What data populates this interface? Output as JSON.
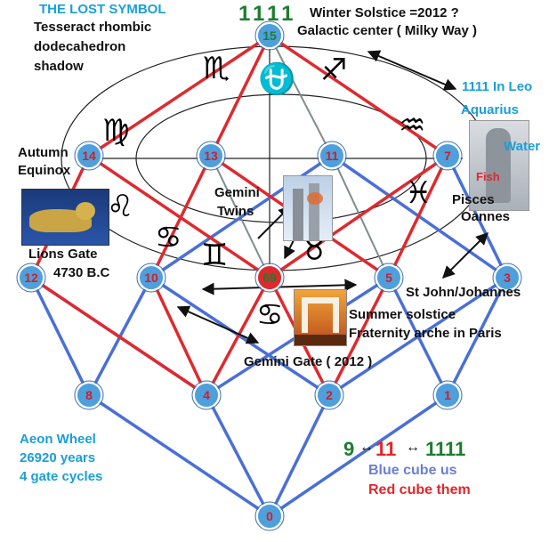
{
  "header": {
    "title": "THE LOST SYMBOL",
    "subtitle_lines": [
      "Tesseract rhombic",
      "dodecahedron",
      "shadow"
    ]
  },
  "top": {
    "count": "1111",
    "solstice": "Winter Solstice =2012 ?",
    "galactic": "Galactic center ( Milky Way )"
  },
  "right": {
    "leo": "1111 In Leo",
    "aquarius": "Aquarius",
    "water": "Water",
    "fish": "Fish",
    "pisces": "Pisces",
    "oannes": "Oannes",
    "st_john": "St John/Johannes"
  },
  "left": {
    "autumn": "Autumn",
    "equinox": "Equinox",
    "lions_gate": "Lions Gate",
    "lions_date": "4730 B.C"
  },
  "center": {
    "gemini_twins_1": "Gemini",
    "gemini_twins_2": "Twins",
    "summer_1": "Summer solstice",
    "summer_2": "Fraternity arche in Paris",
    "gemini_gate": "Gemini Gate ( 2012 )"
  },
  "bottom_left": {
    "line1": "Aeon Wheel",
    "line2": "26920 years",
    "line3": "4 gate cycles"
  },
  "legend": {
    "seq_a": "9",
    "seq_b": "11",
    "seq_c": "1111",
    "blue": "Blue cube us",
    "red": "Red cube them"
  },
  "nodes": [
    "15",
    "14",
    "13",
    "11",
    "7",
    "69",
    "12",
    "10",
    "5",
    "3",
    "8",
    "4",
    "2",
    "1",
    "0"
  ],
  "colors": {
    "red_cube": "#de2a2f",
    "blue_cube": "#4a6fd6",
    "node_fill": "#4f9fdc",
    "accent_cyan": "#1a9fd8",
    "accent_green": "#1d7d2f"
  },
  "zodiac_signs": [
    "scorpio",
    "ophiuchus",
    "sagittarius",
    "virgo",
    "aquarius",
    "leo",
    "pisces",
    "cancer",
    "gemini",
    "taurus"
  ]
}
